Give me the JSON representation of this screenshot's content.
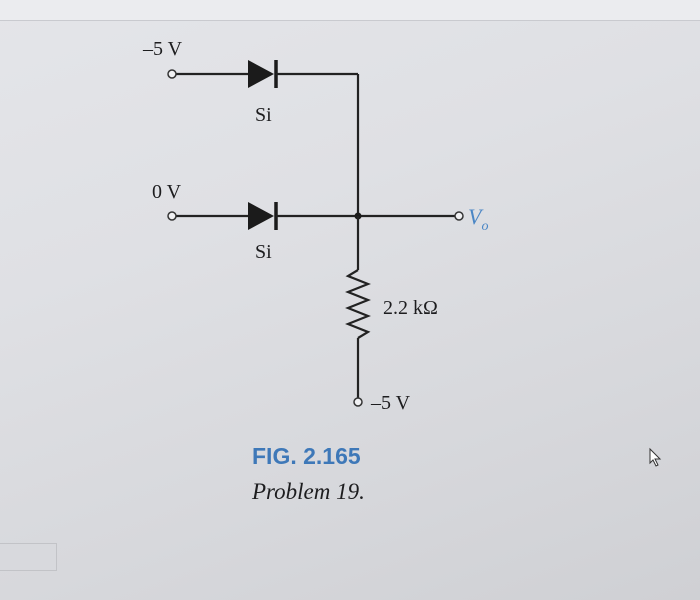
{
  "circuit": {
    "input_top": "–5 V",
    "input_mid": "0 V",
    "diode_top": "Si",
    "diode_mid": "Si",
    "output": "V",
    "output_sub": "o",
    "resistor": "2.2 kΩ",
    "supply": "–5 V"
  },
  "caption": {
    "title": "FIG. 2.165",
    "subtitle": "Problem 19."
  }
}
